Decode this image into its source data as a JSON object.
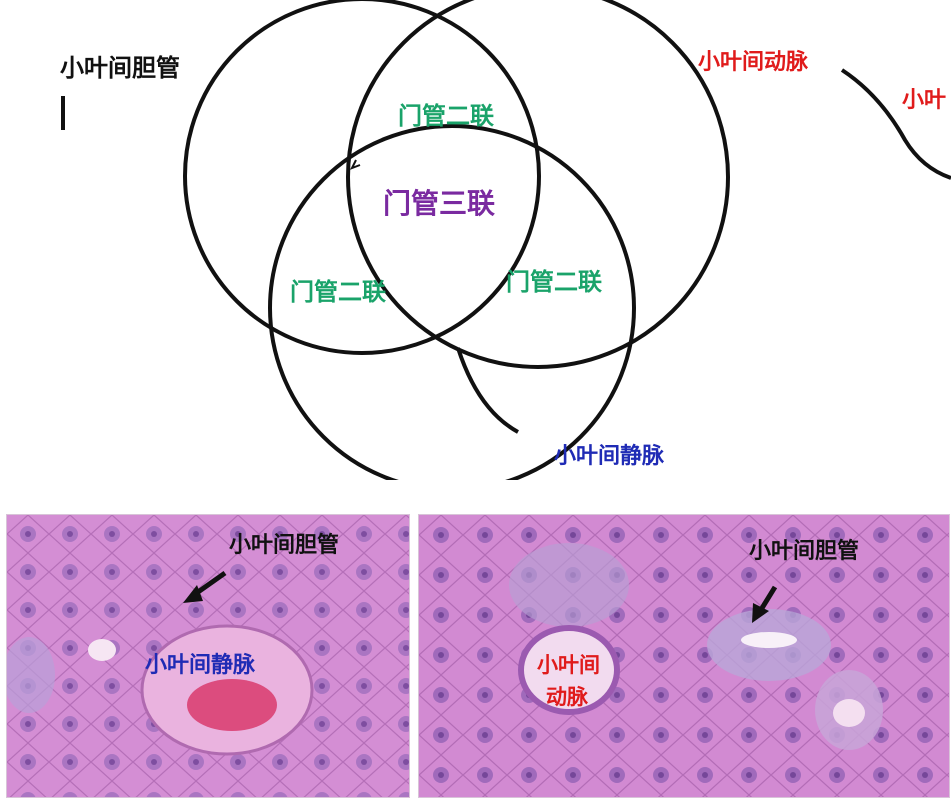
{
  "venn": {
    "bile_duct_label": "小叶间胆管",
    "artery_label": "小叶间动脉",
    "artery_label_cut": "小叶",
    "vein_label": "小叶间静脉",
    "dual_top": "门管二联",
    "triad_center": "门管三联",
    "dual_left": "门管二联",
    "dual_right": "门管二联"
  },
  "colors": {
    "black": "#111111",
    "red": "#e01b1b",
    "blue": "#1f2bb5",
    "green": "#1aa36a",
    "purple": "#7a2aa0",
    "tissue_pink": "#d98fd6",
    "tissue_purple": "#9a63b8",
    "panel_text": "#2b2b9a"
  },
  "micrographs": {
    "left": {
      "duct_label": "小叶间胆管",
      "vein_label": "小叶间静脉"
    },
    "right": {
      "duct_label": "小叶间胆管",
      "artery_label_line1": "小叶间",
      "artery_label_line2": "动脉"
    }
  }
}
